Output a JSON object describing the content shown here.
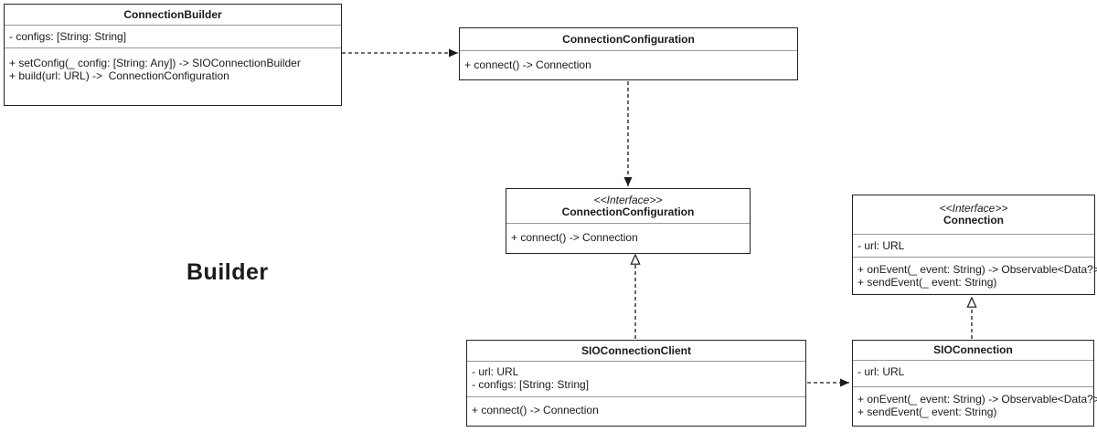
{
  "diagram": {
    "label": "Builder",
    "classes": {
      "connection_builder": {
        "name": "ConnectionBuilder",
        "attributes": [
          "- configs: [String: String]"
        ],
        "methods": [
          "+ setConfig(_ config: [String: Any]) -> SIOConnectionBuilder",
          "+ build(url: URL) ->  ConnectionConfiguration"
        ]
      },
      "connection_configuration_class": {
        "name": "ConnectionConfiguration",
        "methods": [
          "+ connect() -> Connection"
        ]
      },
      "connection_configuration_interface": {
        "stereotype": "<<Interface>>",
        "name": "ConnectionConfiguration",
        "methods": [
          "+ connect() -> Connection"
        ]
      },
      "connection_interface": {
        "stereotype": "<<Interface>>",
        "name": "Connection",
        "attributes": [
          "- url: URL"
        ],
        "methods": [
          "+ onEvent(_ event: String) -> Observable<Data?>",
          "+ sendEvent(_ event: String)"
        ]
      },
      "sio_connection_client": {
        "name": "SIOConnectionClient",
        "attributes": [
          "- url: URL",
          "- configs: [String: String]"
        ],
        "methods": [
          "+ connect() -> Connection"
        ]
      },
      "sio_connection": {
        "name": "SIOConnection",
        "attributes": [
          "- url: URL"
        ],
        "methods": [
          "+ onEvent(_ event: String) -> Observable<Data?>",
          "+ sendEvent(_ event: String)"
        ]
      }
    },
    "relationships": [
      {
        "type": "dependency",
        "from": "ConnectionBuilder",
        "to": "ConnectionConfiguration",
        "line": "dashed",
        "arrowhead": "filled"
      },
      {
        "type": "dependency",
        "from": "ConnectionConfiguration",
        "to": "ConnectionConfiguration <<Interface>>",
        "line": "dashed",
        "arrowhead": "filled"
      },
      {
        "type": "realization",
        "from": "SIOConnectionClient",
        "to": "ConnectionConfiguration <<Interface>>",
        "line": "dashed",
        "arrowhead": "hollow-triangle"
      },
      {
        "type": "realization",
        "from": "SIOConnection",
        "to": "Connection <<Interface>>",
        "line": "dashed",
        "arrowhead": "hollow-triangle"
      },
      {
        "type": "dependency",
        "from": "SIOConnectionClient",
        "to": "SIOConnection",
        "line": "dashed",
        "arrowhead": "filled"
      }
    ],
    "colors": {
      "background": "#ffffff",
      "box_fill": "#ffffff",
      "box_border": "#242424",
      "divider": "#979797",
      "text": "#1a1a1a"
    }
  }
}
